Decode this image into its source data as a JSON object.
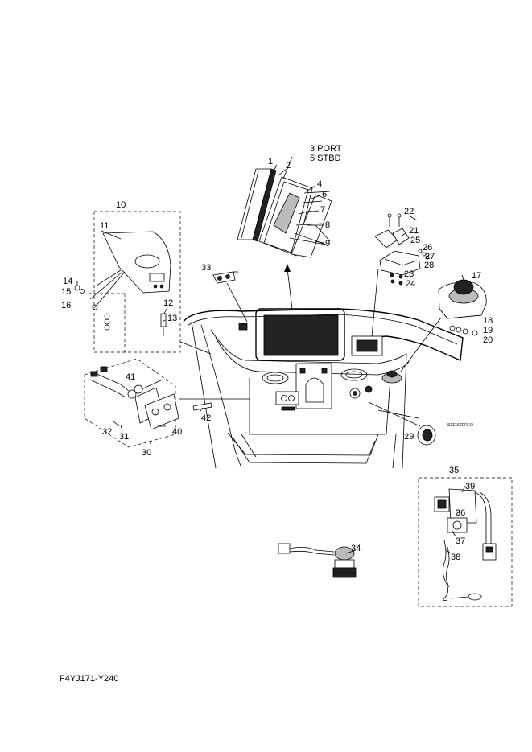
{
  "callouts": [
    {
      "id": "c1",
      "text": "1"
    },
    {
      "id": "c2",
      "text": "2"
    },
    {
      "id": "c3",
      "text": "3 PORT"
    },
    {
      "id": "c5",
      "text": "5 STBD"
    },
    {
      "id": "c4",
      "text": "4"
    },
    {
      "id": "c6",
      "text": "6"
    },
    {
      "id": "c7",
      "text": "7"
    },
    {
      "id": "c8",
      "text": "8"
    },
    {
      "id": "c9",
      "text": "9"
    },
    {
      "id": "c10",
      "text": "10"
    },
    {
      "id": "c11",
      "text": "11"
    },
    {
      "id": "c12",
      "text": "12"
    },
    {
      "id": "c13",
      "text": "13"
    },
    {
      "id": "c14",
      "text": "14"
    },
    {
      "id": "c15",
      "text": "15"
    },
    {
      "id": "c16",
      "text": "16"
    },
    {
      "id": "c17",
      "text": "17"
    },
    {
      "id": "c18",
      "text": "18"
    },
    {
      "id": "c19",
      "text": "19"
    },
    {
      "id": "c20",
      "text": "20"
    },
    {
      "id": "c21",
      "text": "21"
    },
    {
      "id": "c22",
      "text": "22"
    },
    {
      "id": "c23",
      "text": "23"
    },
    {
      "id": "c24",
      "text": "24"
    },
    {
      "id": "c25",
      "text": "25"
    },
    {
      "id": "c26",
      "text": "26"
    },
    {
      "id": "c27",
      "text": "27"
    },
    {
      "id": "c28",
      "text": "28"
    },
    {
      "id": "c29",
      "text": "29"
    },
    {
      "id": "c30",
      "text": "30"
    },
    {
      "id": "c31",
      "text": "31"
    },
    {
      "id": "c32",
      "text": "32"
    },
    {
      "id": "c33",
      "text": "33"
    },
    {
      "id": "c34",
      "text": "34"
    },
    {
      "id": "c35",
      "text": "35"
    },
    {
      "id": "c36",
      "text": "36"
    },
    {
      "id": "c37",
      "text": "37"
    },
    {
      "id": "c38",
      "text": "38"
    },
    {
      "id": "c39",
      "text": "39"
    },
    {
      "id": "c40",
      "text": "40"
    },
    {
      "id": "c41",
      "text": "41"
    },
    {
      "id": "c42",
      "text": "42"
    }
  ],
  "note_see_stereo": "SEE STEREO",
  "diagram_code": "F4YJ171-Y240"
}
